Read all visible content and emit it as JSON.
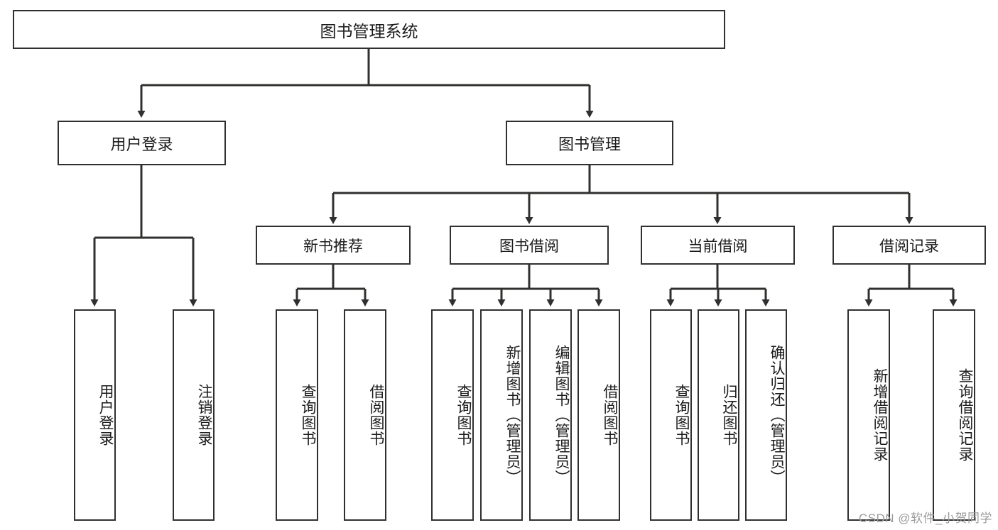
{
  "diagram": {
    "type": "tree",
    "title": "图书管理系统",
    "root": {
      "label": "图书管理系统"
    },
    "level1": [
      {
        "label": "用户登录"
      },
      {
        "label": "图书管理"
      }
    ],
    "level2": [
      {
        "label": "新书推荐"
      },
      {
        "label": "图书借阅"
      },
      {
        "label": "当前借阅"
      },
      {
        "label": "借阅记录"
      }
    ],
    "leaves": {
      "user_login": [
        {
          "label": "用户登录"
        },
        {
          "label": "注销登录"
        }
      ],
      "new_book": [
        {
          "label": "查询图书"
        },
        {
          "label": "借阅图书"
        }
      ],
      "book_borrow": [
        {
          "label": "查询图书"
        },
        {
          "label": "新增图书（管理员）"
        },
        {
          "label": "编辑图书（管理员）"
        },
        {
          "label": "借阅图书"
        }
      ],
      "current_borrow": [
        {
          "label": "查询图书"
        },
        {
          "label": "归还图书"
        },
        {
          "label": "确认归还（管理员）"
        }
      ],
      "borrow_record": [
        {
          "label": "新增借阅记录"
        },
        {
          "label": "查询借阅记录"
        }
      ]
    }
  },
  "watermark": {
    "text": "CSDN @软件_小贺同学"
  },
  "colors": {
    "stroke": "#30302f",
    "text": "#1b1b1b",
    "background": "#ffffff",
    "watermark": "#9b9b9b"
  }
}
